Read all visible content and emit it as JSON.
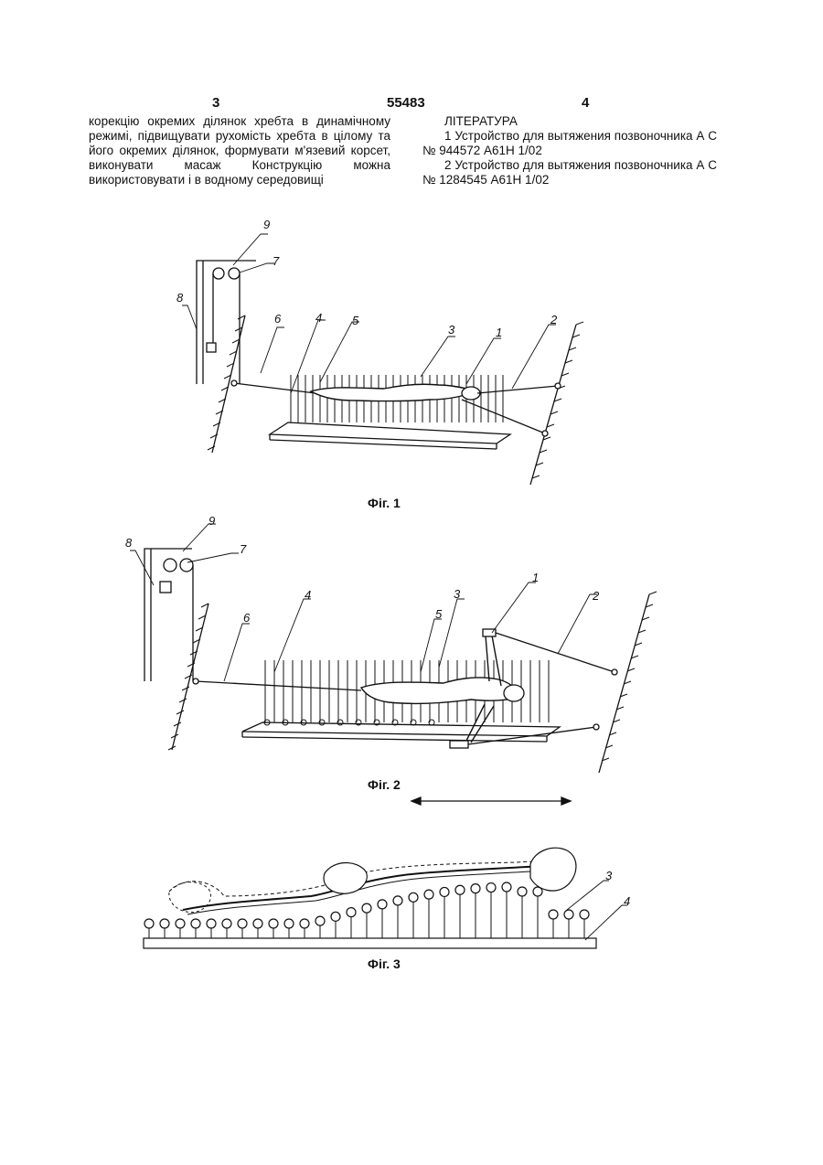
{
  "header": {
    "page_left": "3",
    "patent_number": "55483",
    "page_right": "4"
  },
  "left_column": {
    "text": "корекцію окремих ділянок хребта в динамічному режимі, підвищувати рухомість хребта в цілому та його окремих ділянок, формувати м'язевий корсет, виконувати масаж Конструкцію можна використовувати і в водному середовищі"
  },
  "right_column": {
    "heading": "ЛІТЕРАТУРА",
    "references": [
      "1 Устройство для вытяжения позвоночника А С № 944572 А61Н 1/02",
      "2 Устройство для вытяжения позвоночника А С № 1284545 А61Н 1/02"
    ]
  },
  "figures": {
    "fig1": {
      "caption": "Фіг. 1",
      "labels": [
        "9",
        "7",
        "8",
        "6",
        "4",
        "5",
        "3",
        "1",
        "2"
      ]
    },
    "fig2": {
      "caption": "Фіг. 2",
      "labels": [
        "9",
        "8",
        "7",
        "6",
        "4",
        "5",
        "3",
        "1",
        "2"
      ]
    },
    "fig3": {
      "caption": "Фіг. 3",
      "labels": [
        "3",
        "4"
      ]
    }
  }
}
